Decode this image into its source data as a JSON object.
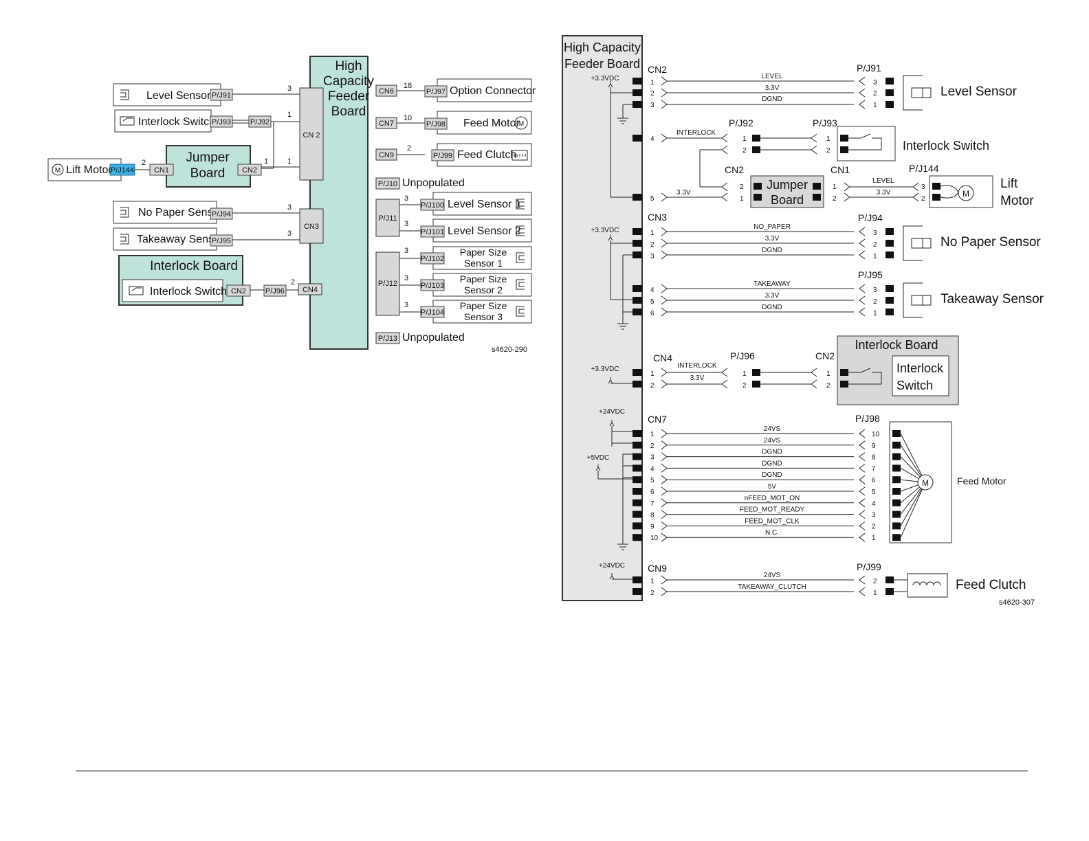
{
  "left": {
    "board_title": [
      "High",
      "Capacity",
      "Feeder",
      "Board"
    ],
    "connectors": {
      "cn2": "CN 2",
      "cn3": "CN3",
      "cn4": "CN4",
      "cn6": "CN6",
      "cn7": "CN7",
      "cn9": "CN9",
      "pj10": "P/J10",
      "pj11": "P/J11",
      "pj12": "P/J12",
      "pj13": "P/J13"
    },
    "unpopulated": "Unpopulated",
    "components": {
      "level_sensor": {
        "label": "Level Sensor",
        "tag": "P/J91",
        "wires": "3"
      },
      "interlock_switch": {
        "label": "Interlock Switch",
        "tag1": "P/J93",
        "tag2": "P/J92",
        "wires": "1"
      },
      "lift_motor": {
        "label": "Lift Motor",
        "tag": "P/J144",
        "wires": "2"
      },
      "jumper_board": {
        "title": [
          "Jumper",
          "Board"
        ],
        "cn1": "CN1",
        "cn2": "CN2",
        "wires_a": "1",
        "wires_b": "1"
      },
      "no_paper_sensor": {
        "label": "No Paper Sensor",
        "tag": "P/J94",
        "wires": "3"
      },
      "takeaway_sensor": {
        "label": "Takeaway Sensor",
        "tag": "P/J95",
        "wires": "3"
      },
      "interlock_board": {
        "title": "Interlock Board",
        "switch": "Interlock Switch",
        "cn2": "CN2",
        "tag": "P/J96",
        "wires": "2"
      },
      "option_connector": {
        "label": "Option Connector",
        "tag": "P/J97",
        "wires": "18"
      },
      "feed_motor": {
        "label": "Feed Motor",
        "tag": "P/J98",
        "wires": "10"
      },
      "feed_clutch": {
        "label": "Feed Clutch",
        "tag": "P/J99",
        "wires": "2"
      },
      "level_sensor_1": {
        "label": "Level Sensor 1",
        "tag": "P/J100",
        "wires": "3"
      },
      "level_sensor_2": {
        "label": "Level Sensor 2",
        "tag": "P/J101",
        "wires": "3"
      },
      "paper_size_1": {
        "label": [
          "Paper Size",
          "Sensor 1"
        ],
        "tag": "P/J102",
        "wires": "3"
      },
      "paper_size_2": {
        "label": [
          "Paper Size",
          "Sensor 2"
        ],
        "tag": "P/J103",
        "wires": "3"
      },
      "paper_size_3": {
        "label": [
          "Paper Size",
          "Sensor 3"
        ],
        "tag": "P/J104",
        "wires": "3"
      }
    },
    "motor_symbol": "M",
    "figure_id": "s4620-290"
  },
  "right": {
    "board_title": [
      "High Capacity",
      "Feeder Board"
    ],
    "rails": {
      "v33": "+3.3VDC",
      "v24": "+24VDC",
      "v5": "+5VDC"
    },
    "cn2": {
      "label": "CN2",
      "target": "P/J91",
      "device": "Level Sensor",
      "pins": [
        "1",
        "2",
        "3"
      ],
      "target_pins": [
        "3",
        "2",
        "1"
      ],
      "signals": [
        "LEVEL",
        "3.3V",
        "DGND"
      ]
    },
    "interlock_path": {
      "pin4": "4",
      "pin5": "5",
      "sig4": "INTERLOCK",
      "sig5": "3.3V",
      "pj92": "P/J92",
      "pj93": "P/J93",
      "pins": [
        "1",
        "2"
      ],
      "device": "Interlock Switch"
    },
    "jumper": {
      "cn2": "CN2",
      "cn1": "CN1",
      "title": [
        "Jumper",
        "Board"
      ],
      "cn2_pins": [
        "2",
        "1"
      ],
      "cn1_pins": [
        "1",
        "2"
      ],
      "pj144": "P/J144",
      "pj144_pins": [
        "3",
        "2"
      ],
      "signals": [
        "LEVEL",
        "3.3V"
      ],
      "device": [
        "Lift",
        "Motor"
      ]
    },
    "cn3": {
      "label": "CN3",
      "pins": [
        "1",
        "2",
        "3",
        "4",
        "5",
        "6"
      ],
      "pj94": "P/J94",
      "pj94_pins": [
        "3",
        "2",
        "1"
      ],
      "sig_a": [
        "NO_PAPER",
        "3.3V",
        "DGND"
      ],
      "device_a": "No Paper Sensor",
      "pj95": "P/J95",
      "pj95_pins": [
        "3",
        "2",
        "1"
      ],
      "sig_b": [
        "TAKEAWAY",
        "3.3V",
        "DGND"
      ],
      "device_b": "Takeaway Sensor"
    },
    "cn4": {
      "label": "CN4",
      "pins": [
        "1",
        "2"
      ],
      "signals": [
        "INTERLOCK",
        "3.3V"
      ],
      "pj96": "P/J96",
      "pj96_pins": [
        "1",
        "2"
      ],
      "cn2": "CN2",
      "cn2_pins": [
        "1",
        "2"
      ],
      "board": "Interlock Board",
      "switch": [
        "Interlock",
        "Switch"
      ]
    },
    "cn7": {
      "label": "CN7",
      "pins": [
        "1",
        "2",
        "3",
        "4",
        "5",
        "6",
        "7",
        "8",
        "9",
        "10"
      ],
      "signals": [
        "24VS",
        "24VS",
        "DGND",
        "DGND",
        "DGND",
        "5V",
        "nFEED_MOT_ON",
        "FEED_MOT_READY",
        "FEED_MOT_CLK",
        "N.C."
      ],
      "target": "P/J98",
      "target_pins": [
        "10",
        "9",
        "8",
        "7",
        "6",
        "5",
        "4",
        "3",
        "2",
        "1"
      ],
      "device": "Feed Motor"
    },
    "cn9": {
      "label": "CN9",
      "pins": [
        "1",
        "2"
      ],
      "signals": [
        "24VS",
        "TAKEAWAY_CLUTCH"
      ],
      "target": "P/J99",
      "target_pins": [
        "2",
        "1"
      ],
      "device": "Feed Clutch"
    },
    "motor_symbol": "M",
    "figure_id": "s4620-307"
  }
}
